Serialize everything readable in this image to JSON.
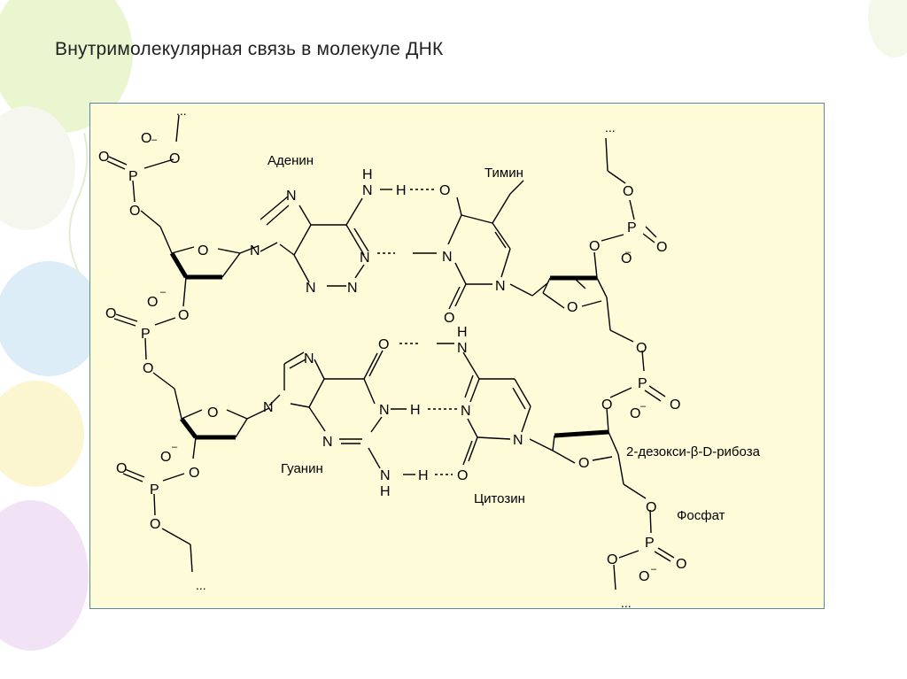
{
  "slide": {
    "title": "Внутримолекулярная связь в молекуле ДНК"
  },
  "diagram": {
    "labels": {
      "adenine": "Аденин",
      "thymine": "Тимин",
      "guanine": "Гуанин",
      "cytosine": "Цитозин",
      "deoxyribose": "2-дезокси-β-D-рибоза",
      "phosphate": "Фосфат"
    },
    "continuation": "...",
    "colors": {
      "panel": "#fdfbd8",
      "border": "#5a86a8",
      "bonds": "#000000"
    }
  }
}
